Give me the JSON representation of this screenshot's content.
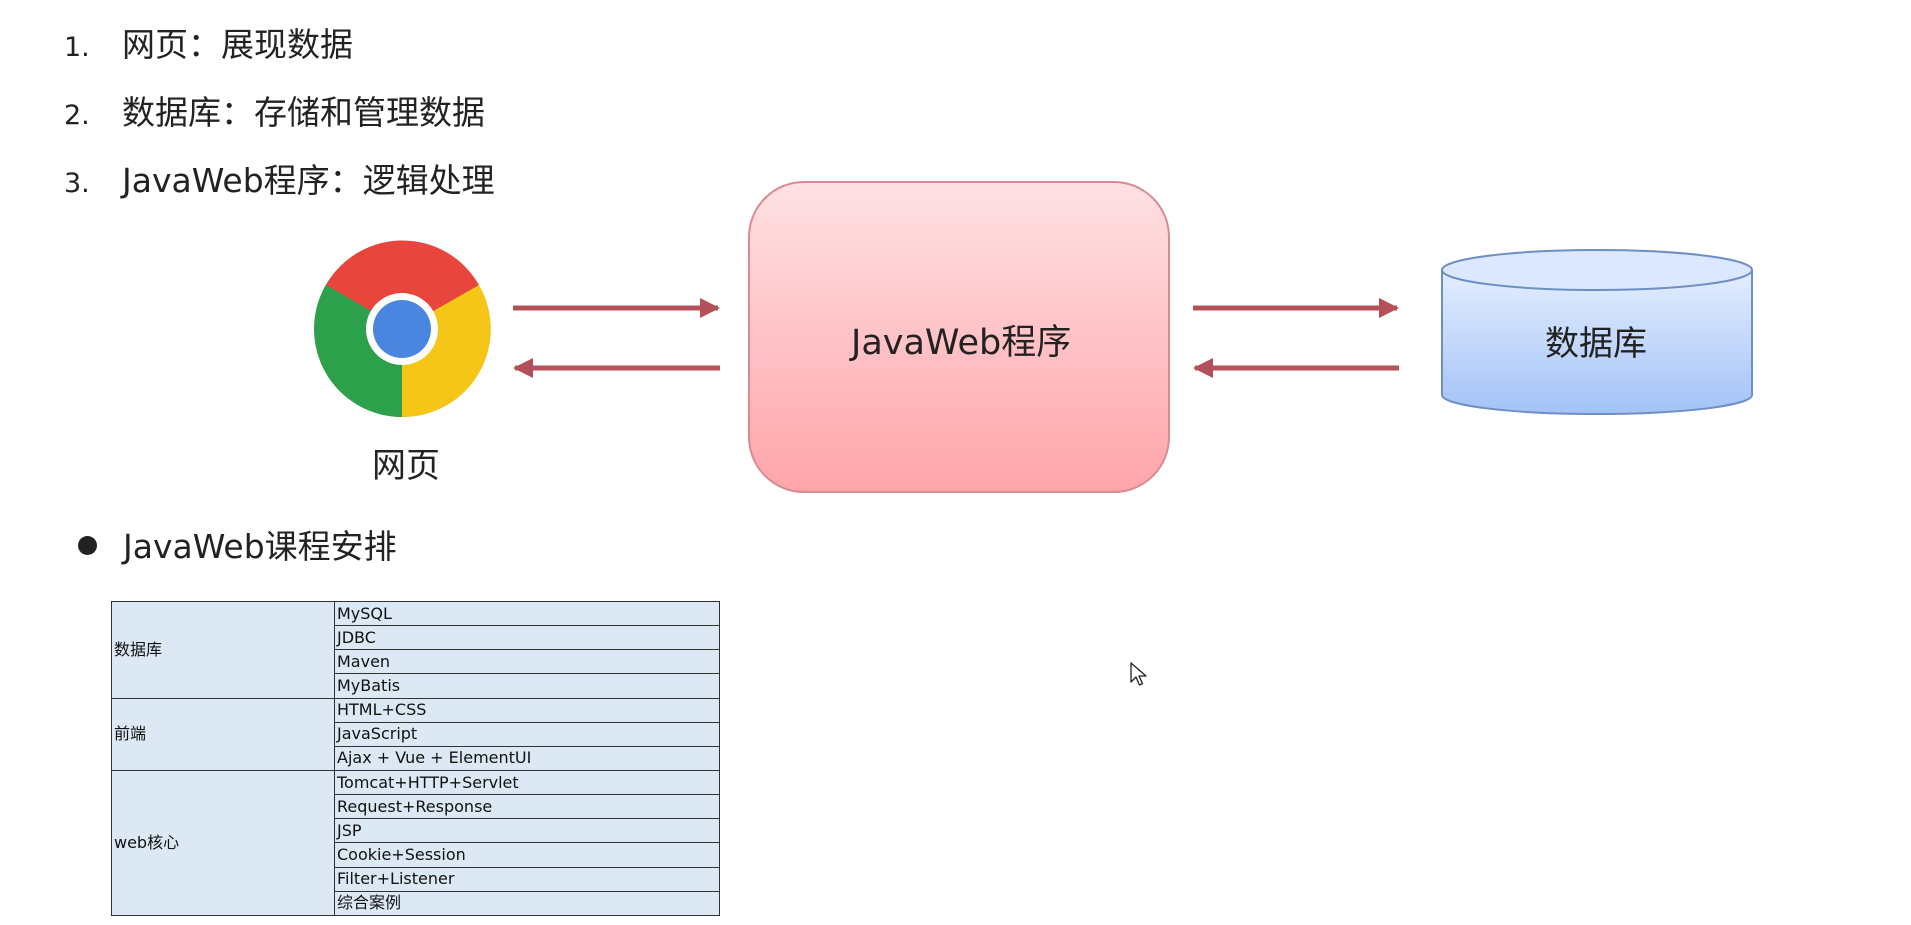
{
  "intro_list": [
    {
      "num": "1.",
      "text": "网页：展现数据"
    },
    {
      "num": "2.",
      "text": "数据库：存储和管理数据"
    },
    {
      "num": "3.",
      "text": "JavaWeb程序：逻辑处理"
    }
  ],
  "diagram": {
    "browser_label": "网页",
    "program_label": "JavaWeb程序",
    "database_label": "数据库",
    "colors": {
      "arrow": "#b3505a",
      "program_fill_top": "#ffe1e4",
      "program_fill_bottom": "#ffa5aa",
      "database_fill_top": "#dbe8ff",
      "database_fill_bottom": "#a3c2f7"
    }
  },
  "schedule": {
    "heading": "JavaWeb课程安排",
    "groups": [
      {
        "category": "数据库",
        "items": [
          "MySQL",
          "JDBC",
          "Maven",
          "MyBatis"
        ]
      },
      {
        "category": "前端",
        "items": [
          "HTML+CSS",
          "JavaScript",
          "Ajax + Vue + ElementUI"
        ]
      },
      {
        "category": "web核心",
        "items": [
          "Tomcat+HTTP+Servlet",
          "Request+Response",
          "JSP",
          "Cookie+Session",
          "Filter+Listener",
          "综合案例"
        ]
      }
    ]
  }
}
